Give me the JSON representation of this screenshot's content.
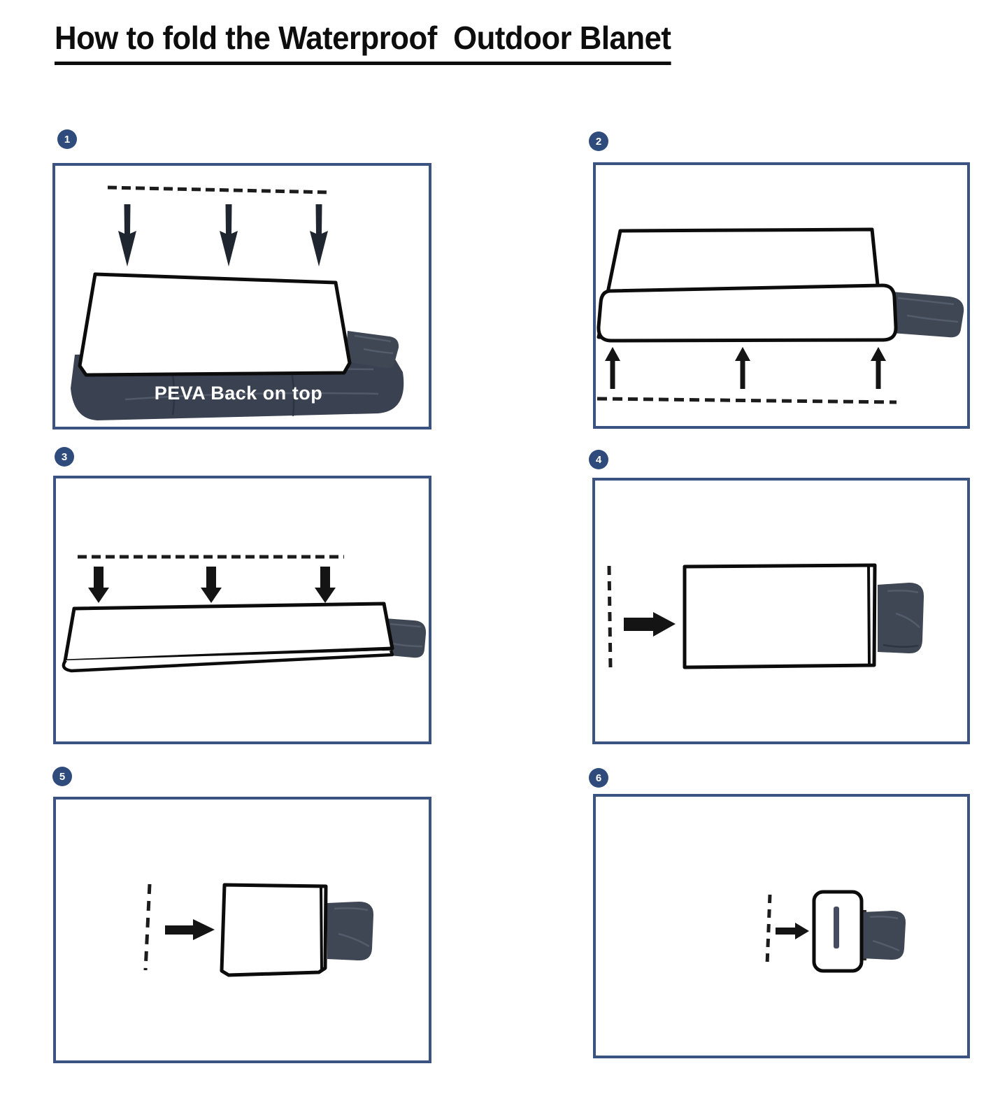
{
  "title": "How to fold the Waterproof  Outdoor Blanet",
  "colors": {
    "accent_navy": "#2e4b7c",
    "panel_border": "#3a5381",
    "flap_gray": "#3f4755",
    "peva_panel_gray": "#3a4150",
    "ink": "#0c0c0c",
    "annotation_text": "#ffffff"
  },
  "steps": [
    {
      "number": "1",
      "annotation": "PEVA Back on top",
      "icons": [
        "fold-line-dashed",
        "arrow-down-icon",
        "blanket-top-sheet",
        "peva-back-panel",
        "strap-flap-icon"
      ]
    },
    {
      "number": "2",
      "icons": [
        "blanket-folded-outline",
        "folded-strip-outline",
        "strap-flap-icon",
        "arrow-up-icon",
        "fold-line-dashed"
      ]
    },
    {
      "number": "3",
      "icons": [
        "fold-line-dashed",
        "arrow-down-icon",
        "folded-strip-outline",
        "strap-flap-icon"
      ]
    },
    {
      "number": "4",
      "icons": [
        "fold-line-dashed-vertical",
        "arrow-right-icon",
        "folded-rectangle-outline",
        "strap-flap-icon"
      ]
    },
    {
      "number": "5",
      "icons": [
        "fold-line-dashed-vertical",
        "arrow-right-icon",
        "folded-square-outline",
        "strap-flap-icon"
      ]
    },
    {
      "number": "6",
      "icons": [
        "fold-line-dashed-vertical",
        "arrow-right-icon",
        "folded-packet-outline",
        "buckle-slot-icon",
        "strap-flap-icon"
      ]
    }
  ]
}
